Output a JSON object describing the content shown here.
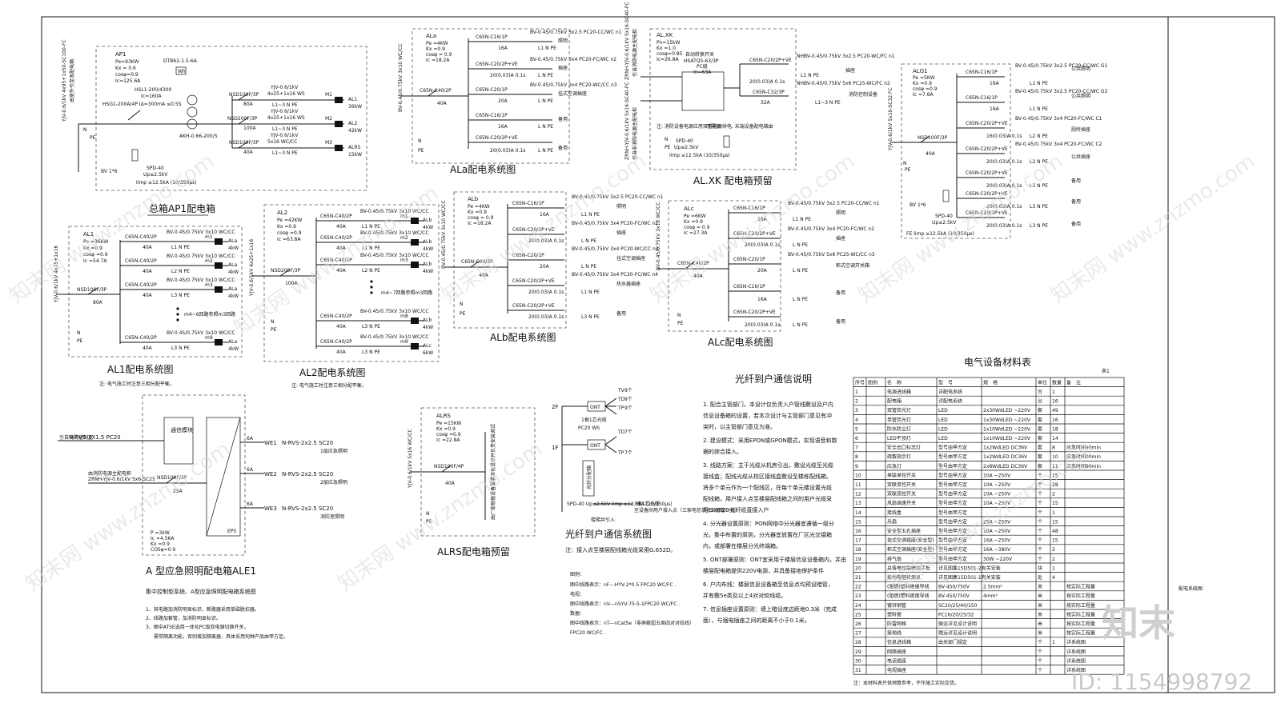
{
  "titles": {
    "ap1": "总箱AP1配电箱",
    "al1": "AL1配电系统图",
    "al2": "AL2配电系统图",
    "ala": "ALa配电系统图",
    "alb": "ALb配电系统图",
    "alc": "ALc配电系统图",
    "alxk": "AL.XK 配电箱预留",
    "alrs": "ALRS配电箱预留",
    "ale1": "A 型应急照明配电箱ALE1",
    "central": "集中控制型系统、A型应急照明配电箱系统图",
    "fiber_sys": "光纤到户通信系统图",
    "fiber_note_title": "光纤到户通信说明",
    "table_title": "电气设备材料表"
  },
  "ap1": {
    "name": "AP1",
    "params": [
      "Pe=93KW",
      "Kx = 0.6",
      "cosφ=0.9",
      "Ic=125.6A"
    ],
    "incoming": "YJV-0.6/1kV 4x95+1x50-SC100-FC",
    "incoming_note": "由室外引至本配电箱",
    "main_switch": "HSG1-200A/4P IΔ=300mA ≤0.5S",
    "switch2": "HSL1-200/4300",
    "switch2_rating": "Ic=160A",
    "ct": "AKH-0.66-200/5",
    "meter": "DTB62-1.5-6A",
    "meter_unit": "Wh",
    "spd": "SPD-40",
    "spd_up": "Up≤2.5kV",
    "spd_imp": "Iimp ≥12.5kA (10/350μs)",
    "bv": "BV 1*6",
    "breakers": [
      {
        "sw": "NSD100F/3P",
        "rating": "80A",
        "cable": "YJV-0.6/1kV",
        "spec": "4x25+1x16 WS",
        "phase": "L1~3 N PE",
        "id": "M1",
        "load": "AL1",
        "kw": "36kW"
      },
      {
        "sw": "NSD200F/3P",
        "rating": "100A",
        "cable": "YJV-0.6/1kV",
        "spec": "4x25+1x16 WS",
        "phase": "L1~3 N PE",
        "id": "M2",
        "load": "AL2",
        "kw": "42kW"
      },
      {
        "sw": "NSD100F/3P",
        "rating": "40A",
        "cable": "YJV-0.6/1kV",
        "spec": "5x16 WC/CC",
        "phase": "L1~3 N PE",
        "id": "M3",
        "load": "ALRS",
        "kw": "15kW"
      }
    ]
  },
  "ala": {
    "name": "ALa",
    "params": [
      "Pe =4KW",
      "Kx =0.9",
      "cosφ = 0.9",
      "Ic =18.2A"
    ],
    "main": "C65N-C40/2P",
    "main_rating": "40A",
    "cable": "BV-0.45/0.75kV 3x10 WC/CC",
    "circuits": [
      {
        "sw": "C65N-C16/1P",
        "r": "16A",
        "spec": "BV-0.45/0.75kV 3x2.5 PC20-CC/WC n1",
        "use": "照明",
        "ph": "L1 N PE"
      },
      {
        "sw": "C65N-C20/2P+VE",
        "r": "20(0.03)A 0.1s",
        "spec": "BV-0.45/0.75kV 3x4 PC20-FC/WC n2",
        "use": "插座",
        "ph": "L N PE"
      },
      {
        "sw": "C65N-C20/1P",
        "r": "20A",
        "spec": "BV-0.45/0.75kV 3x4 PC20-WC/CC n3",
        "use": "挂式空调插座",
        "ph": "L N PE"
      },
      {
        "sw": "C65N-C16/1P",
        "r": "16A",
        "spec": "",
        "use": "备用",
        "ph": "L N PE"
      },
      {
        "sw": "C65N-C20/2P+VE",
        "r": "20(0.03)A 0.1s",
        "spec": "",
        "use": "备用",
        "ph": "L N PE"
      }
    ]
  },
  "alxk": {
    "name": "AL.XK",
    "params": [
      "Pn=15kW",
      "Kx =1.0",
      "cosφ=0.85",
      "Ic=26.8A"
    ],
    "incoming1": "ZRNH-YJV-0.6/1kV 5x16-SC40-FC",
    "incoming1_note": "引自消防电源主配电柜",
    "incoming2": "ZRNH-YJV-0.6/1kV 5x16-SC40-FC",
    "incoming2_note": "引自非消防电源主配电柜",
    "ats": "HSATQ5-63/3P",
    "ats_class": "PC级",
    "ats_rating": "In=63A",
    "ats_note": "自动转换开关",
    "note": "注: 消防设备电源应用双重电源供电, 末端设备配电箱由",
    "note2": "不需测",
    "spd": "SPD-40",
    "spd_up": "Up≤2.5kV",
    "spd_imp": "Iimp ≥12.5kA (10/350μs)",
    "circuits": [
      {
        "sw": "C65N-C20/2P+VE",
        "r": "20(0.03)A 0.1s",
        "spec": "NHBV-0.45/0.75kV 3x2.5 PC20-WC/FC n1",
        "use": "插座",
        "ph": "L1 N PE"
      },
      {
        "sw": "C65N-C32/3P",
        "r": "32A",
        "spec": "NHBV-0.45/0.75kV 5x6 PC25-WC/FC n2",
        "use": "消防控制设备",
        "ph": "L1~3 N PE"
      }
    ]
  },
  "alg1": {
    "name": "ALG1",
    "params": [
      "Pe =5KW",
      "Kx =0.9",
      "cosφ =0.9",
      "Ic =7.6A"
    ],
    "incoming": "YJV-0.6/1kV 5x10-SC32 FC",
    "main": "NSD100F/3P",
    "main_rating": "40A",
    "spd": "SPD-40",
    "spd_up": "Up≤2.5kV",
    "spd_imp": "FE Iimp ≥12.5kA (10/350μs)",
    "bv": "BV 1*6",
    "circuits": [
      {
        "sw": "C65N-C16/1P",
        "r": "16A",
        "spec": "BV-0.45/0.75kV 3x2.5 PC20-CC/WC G1",
        "use": "公共照明",
        "ph": "L1 N PE"
      },
      {
        "sw": "C65N-C16/1P",
        "r": "16A",
        "spec": "BV-0.45/0.75kV 3x2.5 PC20-CC/WC G2",
        "use": "公共照明",
        "ph": "L1 N PE"
      },
      {
        "sw": "C65N-C20/2P+VE",
        "r": "16(0.03)A 0.1s",
        "spec": "BV-0.45/0.75kV 3x4 PC20-FC/WC C1",
        "use": "厕所插座",
        "ph": "L2 N PE"
      },
      {
        "sw": "C65N-C20/2P+VE",
        "r": "20(0.03)A 0.1s",
        "spec": "BV-0.45/0.75kV 3x4 PC20-FC/WC C2",
        "use": "公共插座",
        "ph": "L2 N PE"
      },
      {
        "sw": "C65N-C20/2P+VE",
        "r": "20(0.03)A 0.1s",
        "spec": "",
        "use": "备用",
        "ph": "L3 N PE"
      },
      {
        "sw": "C65N-C20/2P+VE",
        "r": "20(0.03)A 0.1s",
        "spec": "",
        "use": "备用",
        "ph": "L3 N PE"
      },
      {
        "sw": "C65N-C20/2P+VE",
        "r": "20(0.03)A 0.1s",
        "spec": "",
        "use": "备用",
        "ph": "L3 N PE"
      }
    ]
  },
  "al1": {
    "name": "AL1",
    "params": [
      "Pe =36KW",
      "Kx =0.9",
      "cosφ =0.9",
      "Ic =54.7A"
    ],
    "incoming": "YJV-0.6/1kV 4x25+1x16",
    "main": "NSD100F/3P",
    "main_rating": "80A",
    "note": "注: 电气施工时注意三相分配平衡。",
    "circuits": [
      {
        "sw": "C65N-C40/2P",
        "r": "40A",
        "spec": "BV-0.45/0.75kV 3x10 WC/CC",
        "ph": "L1 N PE",
        "m": "m1",
        "load": "ALa",
        "kw": "4kW"
      },
      {
        "sw": "C65N-C40/2P",
        "r": "40A",
        "spec": "BV-0.45/0.75kV 3x10 WC/CC",
        "ph": "L2 N PE",
        "m": "m2",
        "load": "ALa",
        "kw": "4kW"
      },
      {
        "sw": "C65N-C40/2P",
        "r": "40A",
        "spec": "BV-0.45/0.75kV 3x10 WC/CC",
        "ph": "L3 N PE",
        "m": "m3",
        "load": "ALa",
        "kw": "4kW"
      },
      {
        "sw": "C65N-C40/2P",
        "r": "40A",
        "spec": "BV-0.45/0.75kV 3x10 WC/CC",
        "ph": "L3 N PE",
        "m": "m9",
        "load": "ALa",
        "kw": "4kW"
      }
    ],
    "mid_note": "m4~6回路参照m3回路"
  },
  "al2": {
    "name": "AL2",
    "params": [
      "Pe =42KW",
      "Kx =0.9",
      "cosφ =0.9",
      "Ic =63.8A"
    ],
    "incoming": "YJV-0.6/1kV 4x25+1x16",
    "main": "NSD200F/3P",
    "main_rating": "100A",
    "note": "注: 电气施工时注意三相分配平衡。",
    "circuits": [
      {
        "sw": "C65N-C40/2P",
        "r": "40A",
        "spec": "BV-0.45/0.75kV 3x10 WC/CC",
        "ph": "L1 N PE",
        "m": "m1",
        "load": "ALb",
        "kw": "4kW"
      },
      {
        "sw": "C65N-C40/2P",
        "r": "40A",
        "spec": "BV-0.45/0.75kV 3x10 WC/CC",
        "ph": "L1 N PE",
        "m": "m2",
        "load": "ALb",
        "kw": "4kW"
      },
      {
        "sw": "C65N-C40/2P",
        "r": "40A",
        "spec": "BV-0.45/0.75kV 3x10 WC/CC",
        "ph": "L2 N PE",
        "m": "m3",
        "load": "ALb",
        "kw": "4kW"
      },
      {
        "sw": "C65N-C40/2P",
        "r": "40A",
        "spec": "BV-0.45/0.75kV 3x10 WC/CC",
        "ph": "L3 N PE",
        "m": "m8",
        "load": "ALb",
        "kw": "4kW"
      },
      {
        "sw": "C65N-C40/2P",
        "r": "40A",
        "spec": "BV-0.45/0.75kV 3x10 WC/CC",
        "ph": "L3 N PE",
        "m": "m9",
        "load": "ALc",
        "kw": "6kW"
      }
    ],
    "mid_note": "m4~7回路参照m3回路"
  },
  "alb": {
    "name": "ALb",
    "params": [
      "Pe =4KW",
      "Kx =0.9",
      "cosφ = 0.9",
      "Ic =18.2A"
    ],
    "main": "C65N-C40/2P",
    "main_rating": "40A",
    "cable": "BV-0.45/0.75kV 3x10 WC/CC",
    "circuits": [
      {
        "sw": "C65N-C16/1P",
        "r": "16A",
        "spec": "BV-0.45/0.75kV 3x2.5 PC20-CC/WC n1",
        "use": "照明",
        "ph": "L1 N PE"
      },
      {
        "sw": "C65N-C20/2P+VE",
        "r": "20(0.03)A 0.1s",
        "spec": "BV-0.45/0.75kV 3x4 PC20-FC/WC n2",
        "use": "插座",
        "ph": "L N PE"
      },
      {
        "sw": "C65N-C20/1P",
        "r": "20A",
        "spec": "BV-0.45/0.75kV 3x4 PC20-WC/CC n3",
        "use": "挂式空调插座",
        "ph": "L N PE"
      },
      {
        "sw": "C65N-C20/2P+VE",
        "r": "20(0.03)A 0.1s",
        "spec": "BV-0.45/0.75kV 3x4 PC20-FC/WC n4",
        "use": "热水器插座",
        "ph": "L1 N PE"
      },
      {
        "sw": "C65N-C20/2P+VE",
        "r": "20(0.03)A 0.1s",
        "spec": "",
        "use": "备用",
        "ph": "L3 N PE"
      }
    ]
  },
  "alc": {
    "name": "ALc",
    "params": [
      "Pe =6KW",
      "Kx =0.9",
      "cosφ = 0.9",
      "Ic =27.3A"
    ],
    "main": "C65N-C40/2P",
    "main_rating": "40A",
    "cable": "BV-0.45/0.75kV 3x10 WC/CC",
    "circuits": [
      {
        "sw": "C65N-C16/1P",
        "r": "16A",
        "spec": "BV-0.45/0.75kV 3x2.5 PC20-CC/WC n1",
        "use": "照明",
        "ph": "L1 N PE"
      },
      {
        "sw": "C65N-C20/2P+VE",
        "r": "20(0.03)A 0.1s",
        "spec": "BV-0.45/0.75kV 3x4 PC20-FC/WC n2",
        "use": "插座",
        "ph": "L N PE"
      },
      {
        "sw": "C65N-C20/1P",
        "r": "20A",
        "spec": "BV-0.45/0.75kV 5x6 PC25-WC/CC n3",
        "use": "柜式空调开关箱",
        "ph": "L N PE"
      },
      {
        "sw": "C65N-C16/1P",
        "r": "16A",
        "spec": "",
        "use": "备用",
        "ph": "L N PE"
      },
      {
        "sw": "C65N-C20/2P+VE",
        "r": "20(0.03)A 0.1s",
        "spec": "",
        "use": "备用",
        "ph": "L N PE"
      }
    ]
  },
  "alrs": {
    "name": "ALRS",
    "params": [
      "Pe =15KW",
      "Kx =0.9",
      "cosφ =0.9",
      "Ic =22.8A"
    ],
    "incoming": "YJV-0.6/1kV 5x16 WC/CC",
    "main": "NSD100F/4P",
    "main_rating": "40A",
    "side_note": "由厂家根据设备要求深化设计并负责安装调试"
  },
  "ale1": {
    "module": "通信模块",
    "bus": "N-RVS-2X1.5 PC20",
    "bus_note": "引自消防控制室",
    "incoming": "ZRNH-YJV-0.6/1kV 5x6-SC25",
    "incoming_note": "由消防电源主配电柜",
    "main": "NSD100F/3P",
    "main_rating": "25A",
    "params": [
      "P =3kW",
      "Ic =4.56A",
      "Kx =0.9",
      "COSφ=0.9"
    ],
    "outputs": [
      {
        "id": "WE1",
        "cable": "N-RVS-2x2.5 SC20",
        "r": "6A",
        "use": "1层应急照明"
      },
      {
        "id": "WE2",
        "cable": "N-RVS-2x2.5 SC20",
        "r": "6A",
        "use": "2层应急照明"
      },
      {
        "id": "WE3",
        "cable": "N-RVS-2x2.5 SC20",
        "r": "6A",
        "use": "消防室照明"
      }
    ],
    "device": "EPS",
    "notes": [
      "1、其电路加消防明显标识，断路器采用单磁脱扣器。",
      "2、线路加套管，加消防明显标识。",
      "3、图中ATSE选用一体化PC级双电源切换开关，",
      "需带隔离功能，否则增加隔离器，具体采用何种产品由甲方定。"
    ]
  },
  "fiber": {
    "floors": [
      "2F",
      "1F"
    ],
    "box": "ONT",
    "tv": "TV",
    "td": "TD",
    "tp": "TP",
    "counts": [
      "9个",
      "9个",
      "9个",
      "7个",
      "7个"
    ],
    "pipe": "PC20 WS",
    "core": "1根1芯光缆",
    "cab": "光纤分配箱",
    "spd": "SPD-40 Up≤2.5kV Iimp ≥12.5kA (10/350μs)",
    "cable": "3根1芯光缆",
    "cable_note": "至设备间用户接入点（三家电信单元各留管一根）",
    "ground": "楼梯井引入",
    "note": "注：接入点至楼层配线箱光缆采用G.652D。",
    "legend_title": "图例：",
    "legend": [
      "图中线路表示：nF---HYV-2*0.5 FPC20 WC/FC .",
      "电视：",
      "图中线路表示：nV---nSYV-75-5-1FPC20 WC/FC .",
      "数据：",
      "图中线路表示：nT---nCat5e（非屏蔽超五类四对对绞线）",
      "FPC20 WC/FC ."
    ]
  },
  "fiber_notes": [
    "1. 配合主管部门，本设计仅负责入户管线敷设及户内",
    "信息设备箱的设置，若本次设计与主管部门意见有冲",
    "突时，以主管部门意见为准。",
    "2. 建设模式：采用EPON或GPON模式，实现语音和数",
    "据的综合接入。",
    "3. 线路方案：主干光缆从机房引出，敷设光缆至光缆",
    "接线盒；配线光缆从校区接线盒敷设至楼栋配线箱。",
    "将多个单元作为一个配线区，在每个单元楼设置光缆",
    "配线箱，用户接入点至楼层配线箱之间的用户光缆采",
    "用G.652D光纤缆直接入户",
    "4. 分光器设置原则：PON网络中分光器宜遵循一级分",
    "光，集中布置的原则，分光器宜放置在厂区光交接箱",
    "内，或部署在楼层分光终端箱。",
    "5. ONT部署原则：ONT宜采用于楼层信息设备箱内，并由",
    "楼层配电箱提供220V电源，并具备接地保护条件",
    "6. 户内布线：楼层信息设备箱至信息点均预设暗管，",
    "并有敷5e类及以上4对对绞线缆。",
    "7. 信息插座设置原则：墙上暗设底边距地0.3米（完成",
    "面），与强电插座之间的距离不小于0.1米。"
  ],
  "table": {
    "page_label": "表1",
    "headers": [
      "序号",
      "图例",
      "名　称",
      "型　号",
      "规　格",
      "单位",
      "数量",
      "备　注"
    ],
    "rows": [
      [
        "1",
        "",
        "电源进线箱",
        "详配电系统",
        "",
        "台",
        "1",
        ""
      ],
      [
        "2",
        "",
        "配电箱",
        "详配电系统",
        "",
        "台",
        "16",
        ""
      ],
      [
        "3",
        "",
        "双管荧光灯",
        "LED",
        "2x30WdLED ~220V",
        "套",
        "49",
        ""
      ],
      [
        "4",
        "",
        "单管荧光灯",
        "LED",
        "1x30WdLED ~220V",
        "套",
        "16",
        ""
      ],
      [
        "5",
        "",
        "防水防尘灯",
        "LED",
        "1x10WdLED ~220V",
        "套",
        "18",
        ""
      ],
      [
        "6",
        "",
        "LED平顶灯",
        "LED",
        "1x10WdLED ~220V",
        "套",
        "14",
        ""
      ],
      [
        "7",
        "",
        "安全出口标志灯",
        "型号由甲方定",
        "1x2WdLED DC36V",
        "套",
        "8",
        "应急时间90min"
      ],
      [
        "8",
        "",
        "疏散指示灯",
        "型号由甲方定",
        "1x2WdLED DC36V",
        "套",
        "10",
        "应急时间90min"
      ],
      [
        "9",
        "",
        "应急灯",
        "型号由甲方定",
        "2x8WdLED DC36V",
        "套",
        "11",
        "应急时间90min"
      ],
      [
        "10",
        "",
        "单联单控开关",
        "型号由甲方定",
        "10A ~250V",
        "个",
        "15",
        ""
      ],
      [
        "11",
        "",
        "双联单控开关",
        "型号由甲方定",
        "10A ~250V",
        "个",
        "28",
        ""
      ],
      [
        "12",
        "",
        "双联双控开关",
        "型号由甲方定",
        "10A ~250V",
        "个",
        "2",
        ""
      ],
      [
        "13",
        "",
        "风扇调速开关",
        "型号由甲方定",
        "10A ~250V",
        "个",
        "15",
        ""
      ],
      [
        "14",
        "",
        "接线盒",
        "型号由甲方定",
        "",
        "个",
        "1",
        ""
      ],
      [
        "15",
        "",
        "吊扇",
        "型号由甲方定",
        "25A ~250V",
        "个",
        "15",
        ""
      ],
      [
        "16",
        "",
        "安全型五孔插座",
        "型号由甲方定",
        "10A ~250V",
        "个",
        "48",
        ""
      ],
      [
        "17",
        "",
        "挂式空调插座(安全型)",
        "型号由甲方定",
        "16A ~250V",
        "个",
        "15",
        ""
      ],
      [
        "18",
        "",
        "柜式空调插座(安全型)",
        "型号由甲方定",
        "16A ~380V",
        "个",
        "2",
        ""
      ],
      [
        "19",
        "",
        "排气扇",
        "型号由甲方定",
        "30W ~220V",
        "个",
        "2",
        ""
      ],
      [
        "20",
        "",
        "总等电位联结端子板",
        "详见图集15D501-2有关安装",
        "",
        "块",
        "1",
        ""
      ],
      [
        "21",
        "",
        "接地电阻检测点",
        "详见图集15D501-1有关安装",
        "",
        "处",
        "4",
        ""
      ],
      [
        "22",
        "",
        "(阻燃)塑料绝缘导线",
        "BV-450/750V",
        "2.5mm²",
        "米",
        "",
        "按实际工程量"
      ],
      [
        "23",
        "",
        "(阻燃)塑料绝缘导线",
        "BV-450/750V",
        "4mm²",
        "米",
        "",
        "按实际工程量"
      ],
      [
        "24",
        "",
        "镀锌钢管",
        "SC20/25/40/150",
        "",
        "米",
        "",
        "按实际工程量"
      ],
      [
        "25",
        "",
        "塑料管",
        "PC16/20/25/32",
        "",
        "米",
        "",
        "按实际工程量"
      ],
      [
        "26",
        "",
        "防雷网格",
        "微远详见设计说明",
        "",
        "米",
        "",
        "按实际工程量"
      ],
      [
        "27",
        "",
        "接地线",
        "微远详见设计说明",
        "",
        "米",
        "",
        "按实际工程量"
      ],
      [
        "28",
        "",
        "信息进线箱",
        "由关部门规定",
        "",
        "个",
        "1",
        "详系统图"
      ],
      [
        "29",
        "",
        "网络插座",
        "",
        "",
        "个",
        "",
        "详系统图"
      ],
      [
        "30",
        "",
        "电话插座",
        "",
        "",
        "个",
        "",
        "详系统图"
      ],
      [
        "31",
        "",
        "电视插座",
        "",
        "",
        "个",
        "",
        "详系统图"
      ]
    ],
    "footnote": "注：本材料表只供预算参考，不作施工实际交货。"
  },
  "side_label": "配电系统图",
  "watermark": {
    "brand": "知末",
    "id": "ID: 1154998792",
    "repeat": "知末网 www.znzmo.com"
  }
}
